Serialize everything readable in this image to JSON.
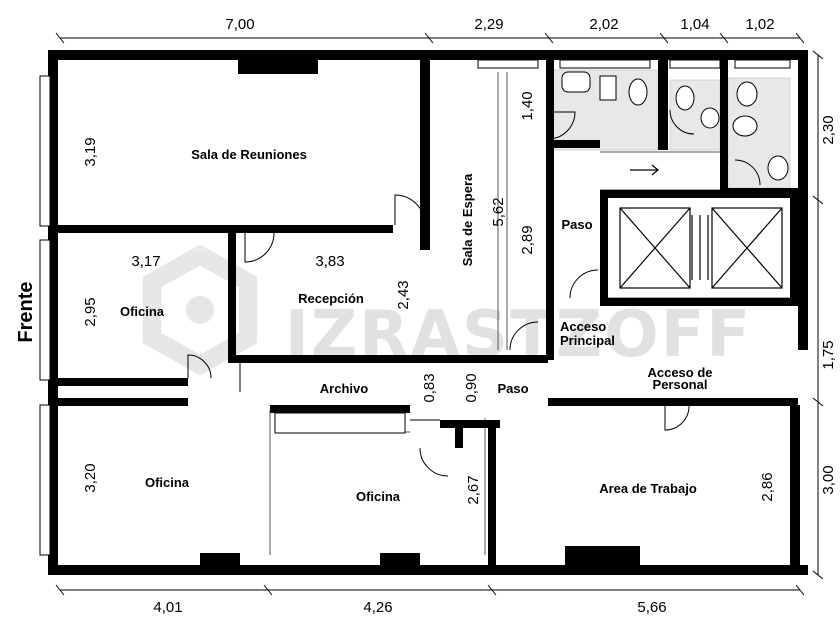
{
  "watermark": "IZRASTZOFF",
  "front_label": "Frente",
  "rooms": {
    "sala_reuniones": "Sala de Reuniones",
    "sala_espera": "Sala de Espera",
    "oficina_1": "Oficina",
    "recepcion": "Recepción",
    "paso_1": "Paso",
    "acceso_principal_1": "Acceso",
    "acceso_principal_2": "Principal",
    "acceso_personal_1": "Acceso de",
    "acceso_personal_2": "Personal",
    "archivo": "Archivo",
    "paso_2": "Paso",
    "oficina_2": "Oficina",
    "oficina_3": "Oficina",
    "area_trabajo": "Area de Trabajo"
  },
  "dimensions": {
    "top": [
      "7,00",
      "2,29",
      "2,02",
      "1,04",
      "1,02"
    ],
    "bottom": [
      "4,01",
      "4,26",
      "5,66"
    ],
    "right": [
      "2,30",
      "1,75",
      "3,00"
    ],
    "interior": {
      "reuniones_h": "3,19",
      "espera_h": "5,62",
      "bano_h": "1,40",
      "paso_h": "2,89",
      "oficina1_w": "3,17",
      "oficina1_h": "2,95",
      "recepcion_w": "3,83",
      "recepcion_h": "2,43",
      "archivo_h": "0,83",
      "paso2_h": "0,90",
      "oficina2_h": "3,20",
      "oficina3_h": "2,67",
      "trabajo_h": "2,86"
    }
  }
}
